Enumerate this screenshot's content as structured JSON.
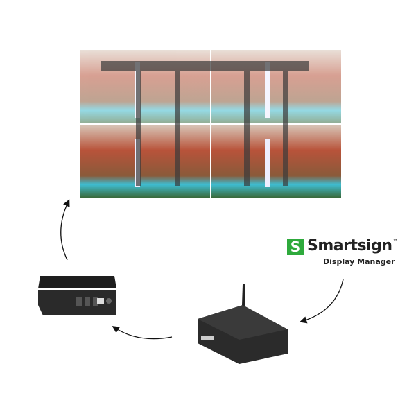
{
  "brand": {
    "mark": "S",
    "name": "Smartsign",
    "trademark": "™",
    "subtitle": "Display Manager",
    "color": "#2eaa3c"
  },
  "diagram": {
    "nodes": [
      "video-wall-2x2",
      "smartsign-display-manager",
      "media-player",
      "video-wall-controller"
    ],
    "flow": [
      "smartsign-display-manager",
      "media-player",
      "video-wall-controller",
      "video-wall-2x2"
    ]
  }
}
